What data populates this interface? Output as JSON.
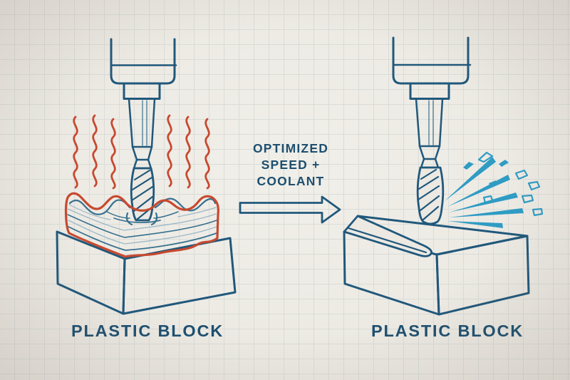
{
  "illustration": {
    "left": {
      "label": "PLASTIC BLOCK"
    },
    "right": {
      "label": "PLASTIC BLOCK"
    },
    "caption": {
      "line1": "OPTIMIZED",
      "line2": "SPEED +",
      "line3": "COOLANT"
    }
  },
  "colors": {
    "paper": "#ece9e3",
    "paper-hi": "#f1efe9",
    "grid": "#dadcd8",
    "ink": "#20587b",
    "ink-dark": "#1d4f70",
    "ink-mid": "#38718f",
    "ink-light": "#9db8c6",
    "heat": "#c7492f",
    "coolant": "#2f9cc4",
    "vignette": "rgba(110,100,84,0.26)"
  }
}
